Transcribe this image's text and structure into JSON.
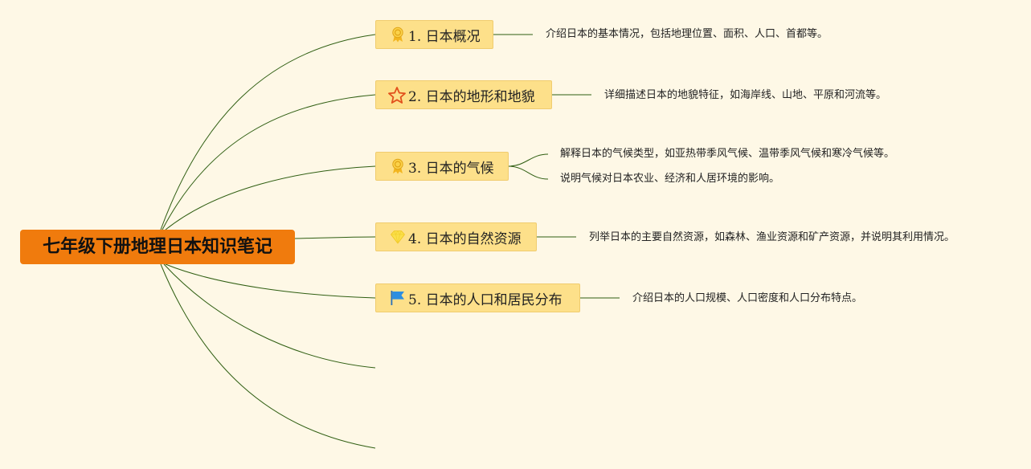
{
  "root": {
    "title": "七年级下册地理日本知识笔记"
  },
  "branches": [
    {
      "icon": "award-ribbon-icon",
      "label": "1. 日本概况",
      "notes": [
        "介绍日本的基本情况，包括地理位置、面积、人口、首都等。"
      ]
    },
    {
      "icon": "star-outline-icon",
      "label": "2. 日本的地形和地貌",
      "notes": [
        "详细描述日本的地貌特征，如海岸线、山地、平原和河流等。"
      ]
    },
    {
      "icon": "award-ribbon-icon",
      "label": "3. 日本的气候",
      "notes": [
        "解释日本的气候类型，如亚热带季风气候、温带季风气候和寒冷气候等。",
        "说明气候对日本农业、经济和人居环境的影响。"
      ]
    },
    {
      "icon": "diamond-icon",
      "label": "4. 日本的自然资源",
      "notes": [
        "列举日本的主要自然资源，如森林、渔业资源和矿产资源，并说明其利用情况。"
      ]
    },
    {
      "icon": "flag-icon",
      "label": "5. 日本的人口和居民分布",
      "notes": [
        "介绍日本的人口规模、人口密度和人口分布特点。"
      ]
    }
  ],
  "colors": {
    "background": "#fef8e6",
    "root_fill": "#f07b0d",
    "branch_fill": "#fde08a",
    "connector": "#2f5e12"
  }
}
